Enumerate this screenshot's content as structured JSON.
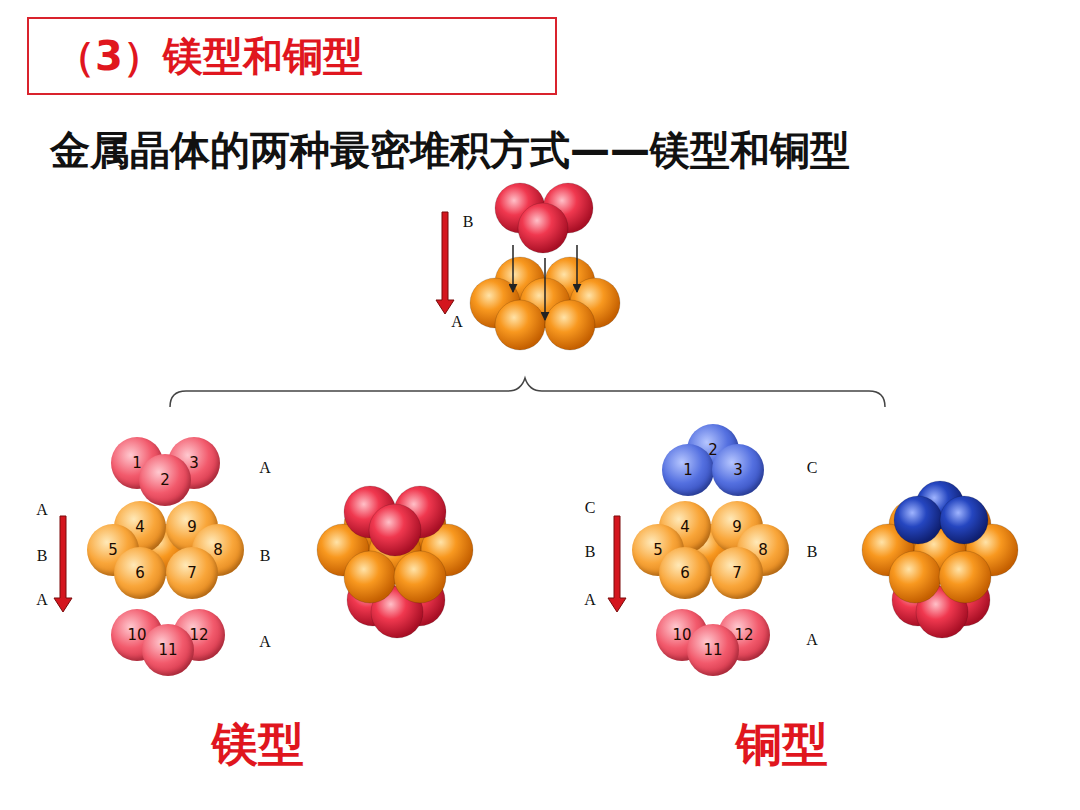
{
  "diagram": {
    "title": "金属晶体的两种最密堆积方式——镁型和铜型",
    "nodes": [
      {
        "text": [
          "（3）镁型和铜型"
        ]
      },
      {
        "text": [
          "1"
        ]
      },
      {
        "text": [
          "2"
        ]
      },
      {
        "text": [
          "3"
        ]
      },
      {
        "text": [
          "4"
        ]
      },
      {
        "text": [
          "5"
        ]
      },
      {
        "text": [
          "6"
        ]
      },
      {
        "text": [
          "7"
        ]
      },
      {
        "text": [
          "8"
        ]
      },
      {
        "text": [
          "9"
        ]
      },
      {
        "text": [
          "10"
        ]
      },
      {
        "text": [
          "11"
        ]
      },
      {
        "text": [
          "12"
        ]
      },
      {
        "text": [
          "1"
        ]
      },
      {
        "text": [
          "2"
        ]
      },
      {
        "text": [
          "3"
        ]
      },
      {
        "text": [
          "4"
        ]
      },
      {
        "text": [
          "5"
        ]
      },
      {
        "text": [
          "6"
        ]
      },
      {
        "text": [
          "7"
        ]
      },
      {
        "text": [
          "8"
        ]
      },
      {
        "text": [
          "9"
        ]
      },
      {
        "text": [
          "10"
        ]
      },
      {
        "text": [
          "11"
        ]
      },
      {
        "text": [
          "12"
        ]
      }
    ],
    "labels": [
      "B",
      "A",
      "A",
      "B",
      "A",
      "A",
      "B",
      "A",
      "C",
      "B",
      "A",
      "C",
      "B",
      "A",
      "镁型",
      "铜型"
    ]
  }
}
